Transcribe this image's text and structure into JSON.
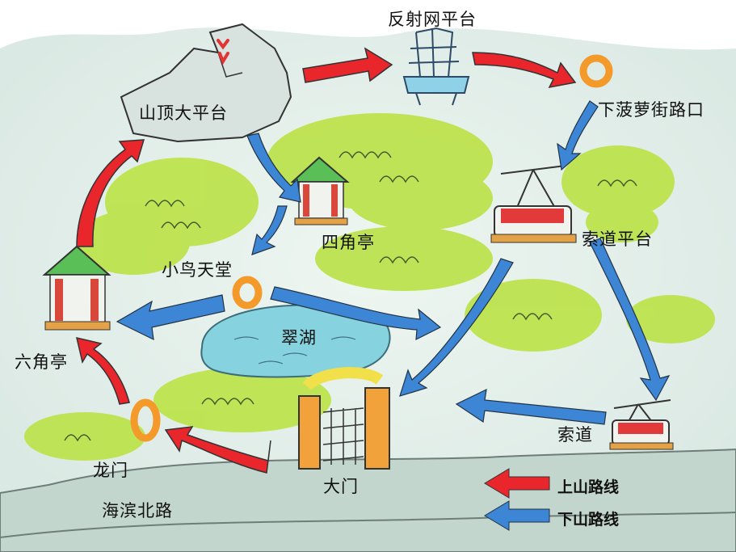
{
  "map": {
    "places": {
      "summit": "山顶大平台",
      "reflect_platform": "反射网平台",
      "xiaboluo": "下菠萝街路口",
      "sijiao": "四角亭",
      "xiaoniao": "小鸟天堂",
      "cableway_platform": "索道平台",
      "liujiao": "六角亭",
      "lake": "翠湖",
      "cableway": "索道",
      "longmen": "龙门",
      "gate": "大门",
      "road": "海滨北路"
    },
    "legend": {
      "up_label": "上山路线",
      "down_label": "下山路线",
      "up_color": "#e8262b",
      "down_color": "#3d86d6"
    },
    "colors": {
      "land": "#e3efe9",
      "greenery": "#b8e04a",
      "water": "#7fd0dd",
      "road": "#b7cdc4",
      "marker": "#f39a2a"
    }
  }
}
